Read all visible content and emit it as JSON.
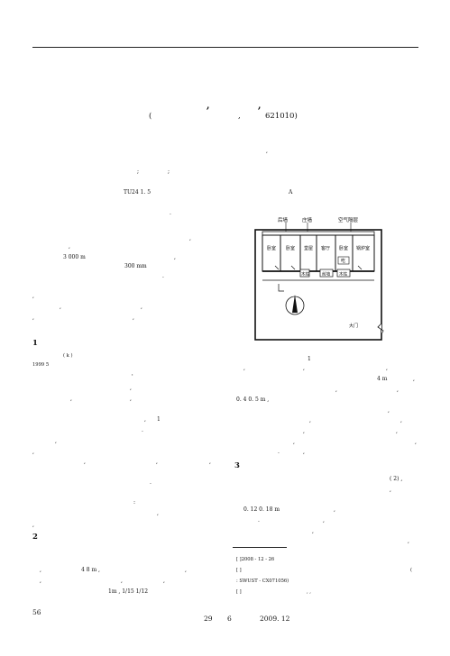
{
  "header": {
    "author_commas": [
      ",",
      ","
    ],
    "affiliation_paren_open": "(",
    "affiliation_comma": ",",
    "affiliation_postcode": "621010)"
  },
  "abstract": {
    "mark1": ",",
    "mark2": ";",
    "mark3": ";",
    "classification": "TU24 1. 5",
    "doc_code": "A",
    "mark4": "."
  },
  "left_column": {
    "line1": ",",
    "line2": ",",
    "area_value": "3 000 m",
    "area_comma": ",",
    "depth_value": "300 mm",
    "line_dot1": ".",
    "line_comma1": ",",
    "line_comma2a": ",",
    "line_comma2b": ",",
    "line_comma3a": ",",
    "line_comma3b": ",",
    "section1_number": "1",
    "k_label": "( k )",
    "year_text": "1999    5",
    "line_quote1": "'",
    "line_quote2": ",",
    "line_comma4a": ",",
    "line_comma4b": ",",
    "line_comma5a": ",",
    "line_one": "1",
    "line_dot2": ".",
    "line_comma6": ",",
    "line_comma7a": ",",
    "line_comma7b": ",",
    "line_comma7c": ",",
    "line_comma7d": ",",
    "line_dot3": ".",
    "line_colon": ":",
    "line_comma8": ",",
    "line_comma9": ",",
    "section2_number": "2",
    "range_text": "4    8 m ,",
    "range_comma_left": ",",
    "range_comma_right": ",",
    "ratio_text": "1m        ,        1/15    1/12",
    "ratio_comma_left": ",",
    "ratio_comma_mid": ",",
    "ratio_comma_right": ","
  },
  "figure": {
    "labels": {
      "back_wall": "后墙",
      "left_wall": "庄墙",
      "air_layer": "空气隔层",
      "storage1": "卧室",
      "storage2": "卧室",
      "storage3": "堂屋",
      "storage4": "客厅",
      "storage5": "卧室",
      "stove": "吃",
      "machine": "锅炉室",
      "wood1": "木柱",
      "wood2": "前墙",
      "wood3": "木柱",
      "gate": "大门"
    },
    "caption_number": "1"
  },
  "right_column": {
    "r_comma1": ",",
    "r_comma2": ",",
    "r_comma3": ",",
    "r_value1": "4 m",
    "r_comma4": ",",
    "r_comma5": ",",
    "r_comma6": ",",
    "r_range": "0. 4    0. 5 m ,",
    "r_comma7": ",",
    "r_comma8": ",",
    "r_comma9": ",",
    "r_comma10": ",",
    "r_comma11": ",",
    "r_comma12": ",",
    "r_comma13": ",",
    "r_comma14": ",",
    "r_dot1": ".",
    "section3_number": "3",
    "fig2_ref": "( 2) ,",
    "r_comma15": ",",
    "r_thickness": "0. 12    0. 18 m",
    "r_comma16": ",",
    "r_comma17": ",",
    "r_dot2": ".",
    "r_comma18": ",",
    "r_comma19": ","
  },
  "footnotes": {
    "received": "[              ]2008 - 12 - 26",
    "fund": "[              ]",
    "fund_code": ": SWUST - CX071056)",
    "fund_paren": "(",
    "author": "[              ]",
    "author_commas": ",   ,"
  },
  "footer": {
    "page_number": "56",
    "volume": "29",
    "issue": "6",
    "date": "2009. 12"
  }
}
